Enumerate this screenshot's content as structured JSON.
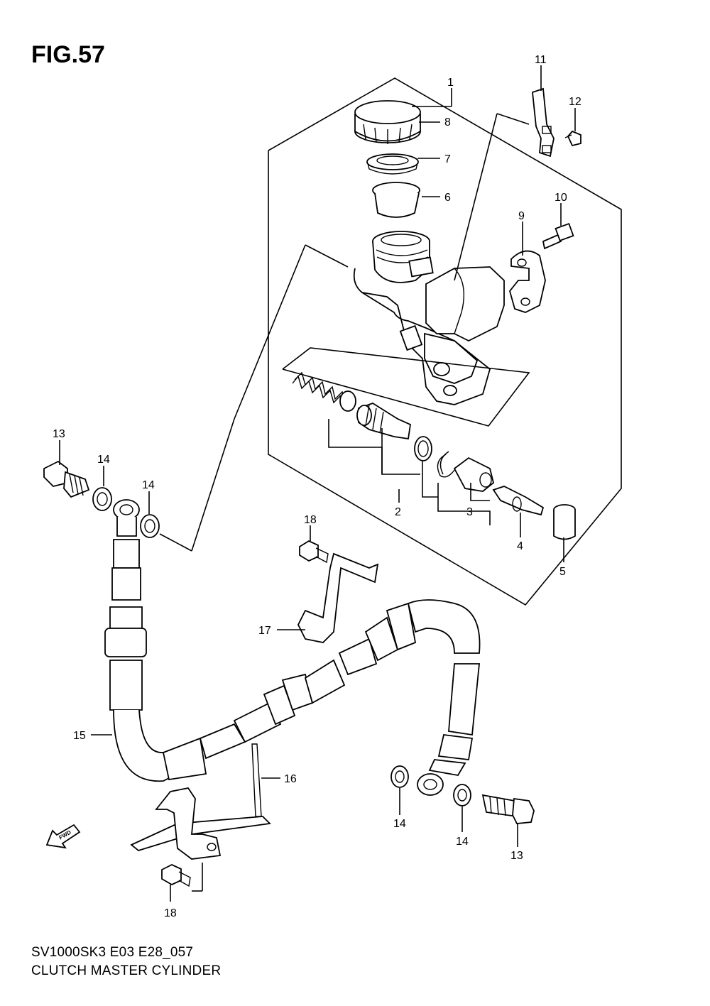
{
  "figure": {
    "title": "FIG.57",
    "model_code": "SV1000SK3 E03 E28_057",
    "name": "CLUTCH MASTER CYLINDER",
    "fwd_label": "FWD"
  },
  "callouts": [
    "1",
    "2",
    "3",
    "4",
    "5",
    "6",
    "7",
    "8",
    "9",
    "10",
    "11",
    "12",
    "13",
    "13",
    "14",
    "14",
    "14",
    "14",
    "15",
    "16",
    "17",
    "18",
    "18"
  ]
}
